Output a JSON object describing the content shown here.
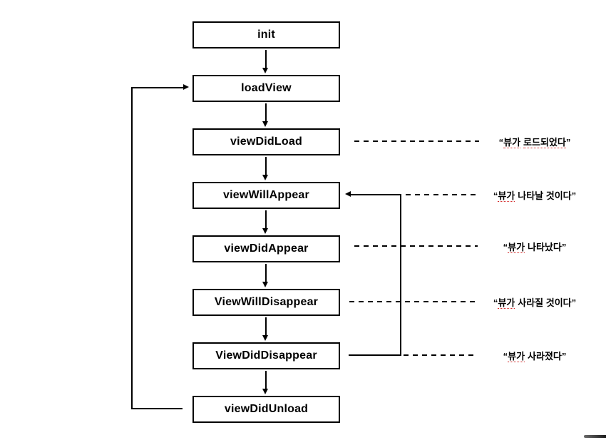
{
  "diagram": {
    "type": "flowchart",
    "subject": "view controller lifecycle",
    "boxes": [
      {
        "id": "init",
        "label": "init"
      },
      {
        "id": "loadView",
        "label": "loadView"
      },
      {
        "id": "viewDidLoad",
        "label": "viewDidLoad"
      },
      {
        "id": "viewWillAppear",
        "label": "viewWillAppear"
      },
      {
        "id": "viewDidAppear",
        "label": "viewDidAppear"
      },
      {
        "id": "ViewWillDisappear",
        "label": "ViewWillDisappear"
      },
      {
        "id": "ViewDidDisappear",
        "label": "ViewDidDisappear"
      },
      {
        "id": "viewDidUnload",
        "label": "viewDidUnload"
      }
    ],
    "edges": [
      {
        "from": "init",
        "to": "loadView",
        "style": "solid-arrow"
      },
      {
        "from": "loadView",
        "to": "viewDidLoad",
        "style": "solid-arrow"
      },
      {
        "from": "viewDidLoad",
        "to": "viewWillAppear",
        "style": "solid-arrow"
      },
      {
        "from": "viewWillAppear",
        "to": "viewDidAppear",
        "style": "solid-arrow"
      },
      {
        "from": "viewDidAppear",
        "to": "ViewWillDisappear",
        "style": "solid-arrow"
      },
      {
        "from": "ViewWillDisappear",
        "to": "ViewDidDisappear",
        "style": "solid-arrow"
      },
      {
        "from": "ViewDidDisappear",
        "to": "viewDidUnload",
        "style": "solid-arrow"
      },
      {
        "from": "viewDidUnload",
        "to": "loadView",
        "style": "solid-arrow",
        "route": "left-loop"
      },
      {
        "from": "ViewDidDisappear",
        "to": "viewWillAppear",
        "style": "solid-arrow",
        "route": "right-connector"
      }
    ],
    "annotations": [
      {
        "target": "viewDidLoad",
        "quote_open": "“",
        "word1": "뷰가",
        "word2": "로드되었다",
        "quote_close": "”",
        "spellcheck_underlined": [
          "뷰가",
          "로드되었다"
        ]
      },
      {
        "target": "viewWillAppear",
        "quote_open": "“",
        "word1": "뷰가",
        "word2": "나타날 것이다",
        "quote_close": "”",
        "spellcheck_underlined": [
          "뷰가"
        ]
      },
      {
        "target": "viewDidAppear",
        "quote_open": "“",
        "word1": "뷰가",
        "word2": "나타났다",
        "quote_close": "”",
        "spellcheck_underlined": [
          "뷰가"
        ]
      },
      {
        "target": "ViewWillDisappear",
        "quote_open": "“",
        "word1": "뷰가",
        "word2": "사라질 것이다",
        "quote_close": "”",
        "spellcheck_underlined": [
          "뷰가"
        ]
      },
      {
        "target": "ViewDidDisappear",
        "quote_open": "“",
        "word1": "뷰가",
        "word2": "사라졌다",
        "quote_close": "”",
        "spellcheck_underlined": [
          "뷰가"
        ]
      }
    ],
    "colors": {
      "background": "#ffffff",
      "line": "#000000",
      "box_border": "#000000",
      "text": "#000000",
      "spellcheck_underline": "#d42a2a",
      "corner_bar": "#3a3a3a"
    }
  }
}
